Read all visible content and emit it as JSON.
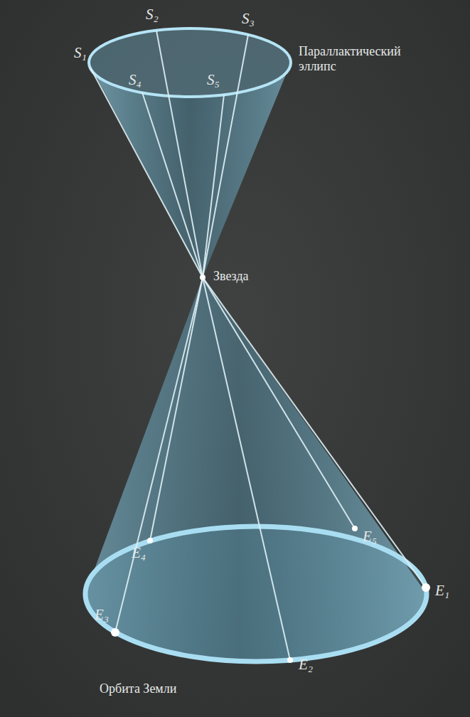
{
  "diagram": {
    "labels": [
      "S₁",
      "S₂",
      "S₃",
      "S₄",
      "S₅",
      "Параллактический эллипс",
      "Звезда",
      "E₄",
      "E₅",
      "E₁",
      "E₃",
      "E₂",
      "Орбита Земли"
    ]
  }
}
